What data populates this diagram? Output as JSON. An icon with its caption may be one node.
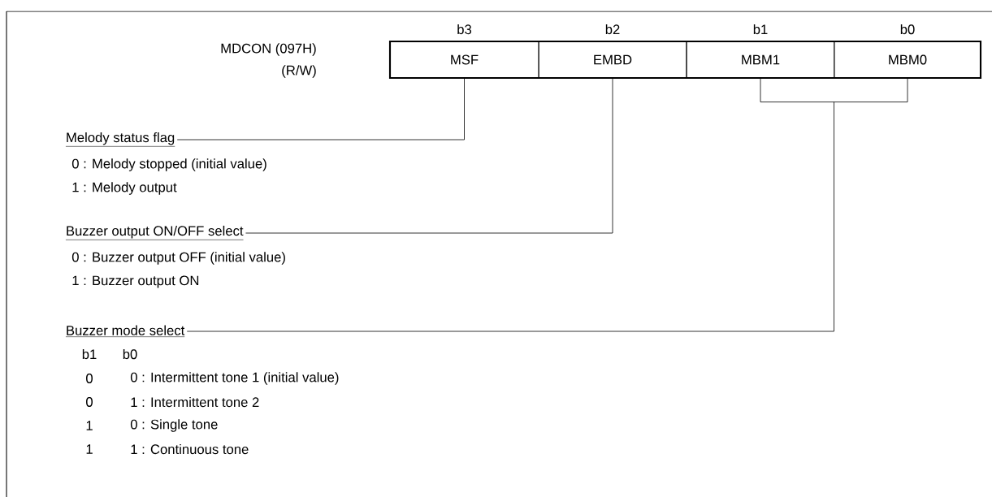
{
  "diagram": {
    "nodes": [
      {
        "text": [
          "MSF"
        ],
        "beside": [
          "b3"
        ]
      },
      {
        "text": [
          "EMBD"
        ],
        "beside": [
          "b2"
        ]
      },
      {
        "text": [
          "MBM1"
        ],
        "beside": [
          "b1"
        ]
      },
      {
        "text": [
          "MBM0"
        ],
        "beside": [
          "b0"
        ]
      },
      {
        "text": [
          "Melody status flag"
        ]
      },
      {
        "text": [
          "Buzzer output ON/OFF select"
        ]
      },
      {
        "text": [
          "Buzzer mode select"
        ]
      }
    ],
    "edges": [
      {
        "from": 0,
        "to": 4,
        "arrow": "none"
      },
      {
        "from": 1,
        "to": 5,
        "arrow": "none"
      },
      {
        "from": 2,
        "to": 6,
        "arrow": "none"
      },
      {
        "from": 3,
        "to": 6,
        "arrow": "none"
      }
    ],
    "labels": [
      "MDCON (097H)",
      "(R/W)",
      "0 : Melody stopped (initial value)",
      "1 : Melody output",
      "0 : Buzzer output OFF (initial value)",
      "1 : Buzzer output ON",
      "b1",
      "b0",
      "0",
      "0 : Intermittent tone 1 (initial value)",
      "0",
      "1 : Intermittent tone 2",
      "1",
      "0 : Single tone",
      "1",
      "1 : Continuous tone"
    ]
  }
}
